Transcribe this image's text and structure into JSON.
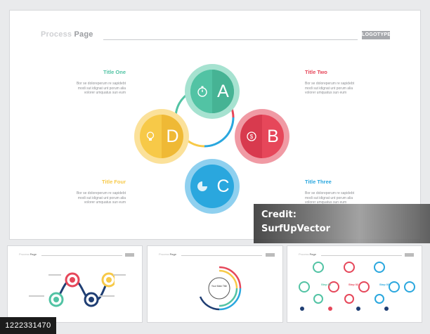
{
  "header": {
    "title_light": "Process ",
    "title_bold": "Page",
    "logo": "LOGOTYPE"
  },
  "steps": [
    {
      "letter": "A",
      "title": "Title One",
      "color": "#52c3a4",
      "icon": "stopwatch-icon"
    },
    {
      "letter": "B",
      "title": "Title Two",
      "color": "#e6475a",
      "icon": "dollar-refresh-icon"
    },
    {
      "letter": "C",
      "title": "Title Three",
      "color": "#2aa7de",
      "icon": "pie-chart-icon"
    },
    {
      "letter": "D",
      "title": "Title Four",
      "color": "#f7c948",
      "icon": "lightbulb-icon"
    }
  ],
  "body_text": [
    "Bor se doloreperum re sapidebt",
    "modi sut idignat unt porum alia",
    "volorer umquatus sun eum"
  ],
  "thumbnails": [
    {
      "title_light": "Process ",
      "title_bold": "Page"
    },
    {
      "title_light": "Process ",
      "title_bold": "Page",
      "center_text": "Your Main Title"
    },
    {
      "title_light": "Process ",
      "title_bold": "Page",
      "steps": [
        "Step 01",
        "Step 02",
        "Step 03"
      ]
    }
  ],
  "watermark": {
    "label": "Credit:",
    "author": "SurfUpVector"
  },
  "image_id": "1222331470"
}
